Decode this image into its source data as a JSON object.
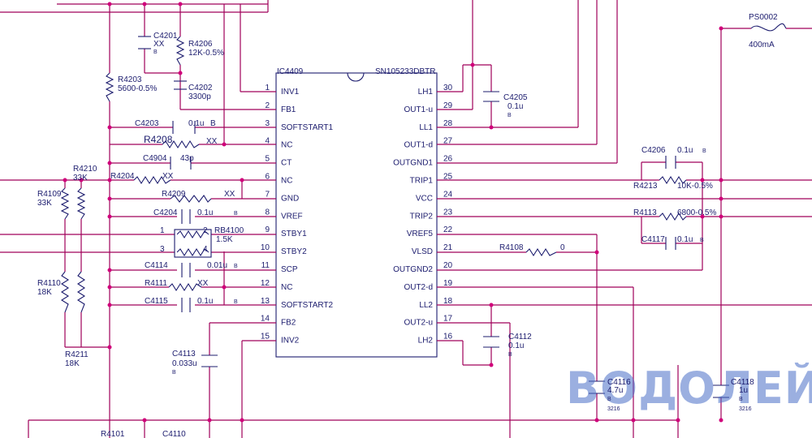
{
  "ic": {
    "refdes": "IC4409",
    "part": "SN105233DBTR",
    "left_pins": [
      {
        "num": "1",
        "name": "INV1"
      },
      {
        "num": "2",
        "name": "FB1"
      },
      {
        "num": "3",
        "name": "SOFTSTART1"
      },
      {
        "num": "4",
        "name": "NC"
      },
      {
        "num": "5",
        "name": "CT"
      },
      {
        "num": "6",
        "name": "NC"
      },
      {
        "num": "7",
        "name": "GND"
      },
      {
        "num": "8",
        "name": "VREF"
      },
      {
        "num": "9",
        "name": "STBY1"
      },
      {
        "num": "10",
        "name": "STBY2"
      },
      {
        "num": "11",
        "name": "SCP"
      },
      {
        "num": "12",
        "name": "NC"
      },
      {
        "num": "13",
        "name": "SOFTSTART2"
      },
      {
        "num": "14",
        "name": "FB2"
      },
      {
        "num": "15",
        "name": "INV2"
      }
    ],
    "right_pins": [
      {
        "num": "30",
        "name": "LH1"
      },
      {
        "num": "29",
        "name": "OUT1-u"
      },
      {
        "num": "28",
        "name": "LL1"
      },
      {
        "num": "27",
        "name": "OUT1-d"
      },
      {
        "num": "26",
        "name": "OUTGND1"
      },
      {
        "num": "25",
        "name": "TRIP1"
      },
      {
        "num": "24",
        "name": "VCC"
      },
      {
        "num": "23",
        "name": "TRIP2"
      },
      {
        "num": "22",
        "name": "VREF5"
      },
      {
        "num": "21",
        "name": "VLSD"
      },
      {
        "num": "20",
        "name": "OUTGND2"
      },
      {
        "num": "19",
        "name": "OUT2-d"
      },
      {
        "num": "18",
        "name": "LL2"
      },
      {
        "num": "17",
        "name": "OUT2-u"
      },
      {
        "num": "16",
        "name": "LH2"
      }
    ]
  },
  "components": {
    "c4201": {
      "ref": "C4201",
      "value": "XX",
      "note": "B"
    },
    "r4206": {
      "ref": "R4206",
      "value": "12K-0.5%"
    },
    "r4203": {
      "ref": "R4203",
      "value": "5600-0.5%"
    },
    "c4202": {
      "ref": "C4202",
      "value": "3300p"
    },
    "c4203": {
      "ref": "C4203",
      "value": "0.1u",
      "note": "B"
    },
    "r4208": {
      "ref": "R4208",
      "value": "XX"
    },
    "c4904": {
      "ref": "C4904",
      "value": "43p"
    },
    "r4210": {
      "ref": "R4210",
      "value": "33K"
    },
    "r4204": {
      "ref": "R4204",
      "value": "XX"
    },
    "r4109": {
      "ref": "R4109",
      "value": "33K"
    },
    "r4209": {
      "ref": "R4209",
      "value": "XX"
    },
    "c4204": {
      "ref": "C4204",
      "value": "0.1u",
      "note": "B"
    },
    "rb4100": {
      "ref": "RB4100",
      "value": "1.5K",
      "p1": "1",
      "p2": "2",
      "p3": "3",
      "p4": "4"
    },
    "c4114": {
      "ref": "C4114",
      "value": "0.01u",
      "note": "B"
    },
    "r4110": {
      "ref": "R4110",
      "value": "18K"
    },
    "r4111": {
      "ref": "R4111",
      "value": "XX"
    },
    "c4115": {
      "ref": "C4115",
      "value": "0.1u",
      "note": "B"
    },
    "r4211": {
      "ref": "R4211",
      "value": "18K"
    },
    "c4113": {
      "ref": "C4113",
      "value": "0.033u",
      "note": "B"
    },
    "r4101": {
      "ref": "R4101"
    },
    "c4110": {
      "ref": "C4110"
    },
    "c4205": {
      "ref": "C4205",
      "value": "0.1u",
      "note": "B"
    },
    "ps0002": {
      "ref": "PS0002",
      "value": "400mA"
    },
    "c4206": {
      "ref": "C4206",
      "value": "0.1u",
      "note": "B"
    },
    "r4213": {
      "ref": "R4213",
      "value": "10K-0.5%"
    },
    "r4113": {
      "ref": "R4113",
      "value": "6800-0.5%"
    },
    "c4117": {
      "ref": "C4117",
      "value": "0.1u",
      "note": "B"
    },
    "r4108": {
      "ref": "R4108",
      "value": "0"
    },
    "c4112": {
      "ref": "C4112",
      "value": "0.1u",
      "note": "B"
    },
    "c4116": {
      "ref": "C4116",
      "value": "4.7u",
      "note": "B",
      "pkg": "3216"
    },
    "c4118": {
      "ref": "C4118",
      "value": "1u",
      "note": "B",
      "pkg": "3216"
    }
  },
  "watermark": "ВОДОЛЕЙ",
  "colors": {
    "wire": "#a0005a",
    "body": "#1c1c6e",
    "dot": "#d0007a",
    "watermark": "#4a6fc8"
  }
}
